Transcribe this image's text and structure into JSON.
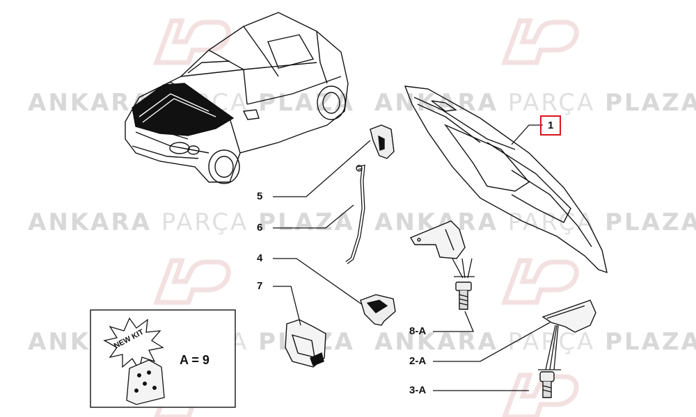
{
  "watermark": {
    "word1": "ANKARA",
    "word2": "PARÇA",
    "word3": "PLAZA"
  },
  "parts": {
    "p1": "1",
    "p5": "5",
    "p6": "6",
    "p4": "4",
    "p7": "7",
    "p8a": "8-A",
    "p2a": "2-A",
    "p3a": "3-A"
  },
  "kit": {
    "badge": "NEW KIT",
    "equation": "A = 9"
  },
  "colors": {
    "highlight": "#d9141b",
    "line": "#111111",
    "watermark": "#d8d8d8"
  }
}
